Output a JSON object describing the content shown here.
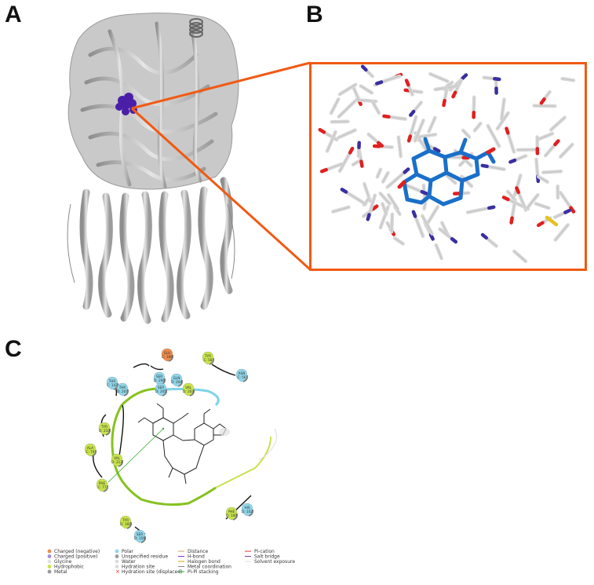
{
  "figure": {
    "panels": [
      {
        "letter": "A"
      },
      {
        "letter": "B"
      },
      {
        "letter": "C"
      }
    ]
  },
  "residues": [
    {
      "name": "GLU",
      "chain": "C: 189",
      "kind": "charged-negative"
    },
    {
      "name": "TYR",
      "chain": "C: 58",
      "kind": "hydrophobic"
    },
    {
      "name": "ASN",
      "chain": "C: 56",
      "kind": "polar"
    },
    {
      "name": "SER",
      "chain": "D: 206",
      "kind": "polar"
    },
    {
      "name": "SER",
      "chain": "D: 205",
      "kind": "polar"
    },
    {
      "name": "GLN",
      "chain": "D: 204",
      "kind": "polar"
    },
    {
      "name": "VAL",
      "chain": "D: 203",
      "kind": "hydrophobic"
    },
    {
      "name": "THR",
      "chain": "C: 142",
      "kind": "polar"
    },
    {
      "name": "THR",
      "chain": "D: 207",
      "kind": "polar"
    },
    {
      "name": "TYR",
      "chain": "D: 210",
      "kind": "hydrophobic"
    },
    {
      "name": "ALA",
      "chain": "C: 79",
      "kind": "hydrophobic"
    },
    {
      "name": "VAL",
      "chain": "D: 213",
      "kind": "hydrophobic"
    },
    {
      "name": "PHE",
      "chain": "C: 77",
      "kind": "hydrophobic"
    },
    {
      "name": "HIS",
      "chain": "D: 102",
      "kind": "polar"
    },
    {
      "name": "PHE",
      "chain": "D: 100",
      "kind": "hydrophobic"
    },
    {
      "name": "TYR",
      "chain": "D: 160",
      "kind": "hydrophobic"
    },
    {
      "name": "SER",
      "chain": "D: 159",
      "kind": "polar"
    }
  ],
  "legend": {
    "col1": [
      "Charged (negative)",
      "Charged (positive)",
      "Glycine",
      "Hydrophobic",
      "Metal"
    ],
    "col2": [
      "Polar",
      "Unspecified residue",
      "Water",
      "Hydration site",
      "Hydration site (displaced)"
    ],
    "col3": [
      "Distance",
      "H-bond",
      "Halogen bond",
      "Metal coordination",
      "Pi-Pi stacking"
    ],
    "col4": [
      "Pi-cation",
      "Salt bridge",
      "Solvent exposure"
    ]
  },
  "colors": {
    "charged_negative": "#f08a4b",
    "charged_positive": "#a58ed6",
    "glycine": "#e0e0e0",
    "hydrophobic": "#c7e34a",
    "metal": "#9a9a9a",
    "polar": "#8fd6ea",
    "unspecified": "#9a9a9a",
    "pocket_hydrophobic": "#86c21e",
    "pocket_polar": "#7fd3e8",
    "ligand_ball": "#4a1fa8",
    "highlight_box": "#f05a14",
    "ligand_stick": "#1a6fc9",
    "carbon_stick": "#d8d8d8",
    "oxygen": "#e02020",
    "nitrogen": "#3a2fa0",
    "sulfur": "#e6c020",
    "pi_line": "#2fb02f"
  }
}
